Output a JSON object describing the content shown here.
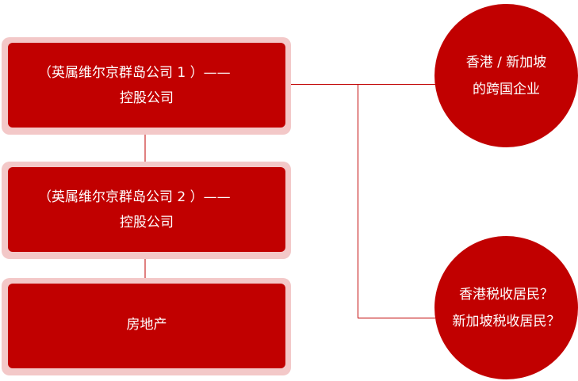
{
  "colors": {
    "node_fill": "#c10000",
    "node_halo": "#f3c8c8",
    "connector": "#c10000",
    "text": "#ffffff"
  },
  "nodes": {
    "holding_company_1": {
      "line1": "（英属维尔京群岛公司 1 ）——",
      "line2": "控股公司"
    },
    "holding_company_2": {
      "line1": "（英属维尔京群岛公司 2 ）——",
      "line2": "控股公司"
    },
    "real_estate": {
      "label": "房地产"
    }
  },
  "circles": {
    "enterprise": {
      "line1": "香港 / 新加坡",
      "line2": "的跨国企业"
    },
    "tax_residency": {
      "line1": "香港税收居民？",
      "line2": "新加坡税收居民？"
    }
  }
}
